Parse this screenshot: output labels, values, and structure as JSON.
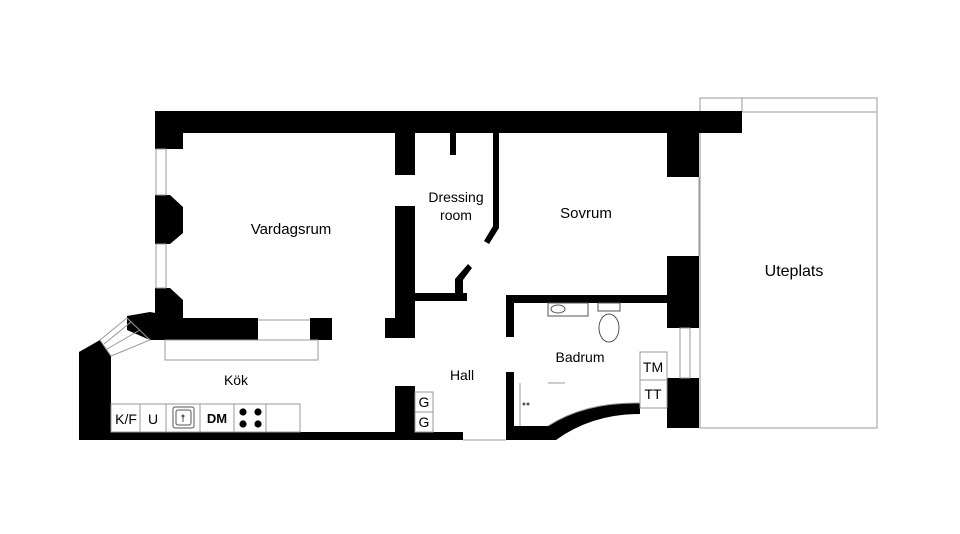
{
  "rooms": {
    "vardagsrum": "Vardagsrum",
    "dressing_line1": "Dressing",
    "dressing_line2": "room",
    "sovrum": "Sovrum",
    "uteplats": "Uteplats",
    "kok": "Kök",
    "hall": "Hall",
    "badrum": "Badrum"
  },
  "fixtures": {
    "kf": "K/F",
    "u": "U",
    "dm": "DM",
    "g1": "G",
    "g2": "G",
    "tm": "TM",
    "tt": "TT"
  },
  "icons": {
    "sink": "kitchen-sink-icon",
    "stove": "stove-icon",
    "wc": "toilet-icon",
    "basin": "washbasin-icon"
  }
}
